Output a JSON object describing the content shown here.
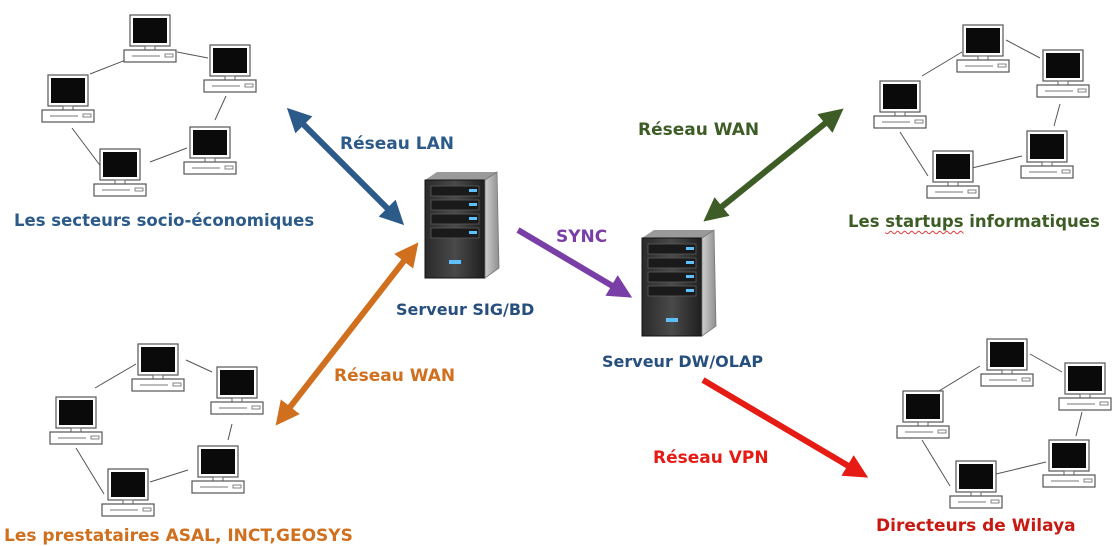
{
  "groups": {
    "socio": {
      "label": "Les secteurs  socio-économiques"
    },
    "prestataires": {
      "label": "Les prestataires ASAL, INCT,GEOSYS"
    },
    "startups": {
      "label_main": "Les ",
      "label_underlined": "startups",
      "label_rest": " informatiques"
    },
    "directeurs": {
      "label": "Directeurs de Wilaya"
    }
  },
  "servers": {
    "sig": {
      "label": "Serveur SIG/BD"
    },
    "dw": {
      "label": "Serveur DW/OLAP"
    }
  },
  "links": {
    "lan": {
      "label": "Réseau LAN",
      "color": "#2c5b8a"
    },
    "wan_presta": {
      "label": "Réseau WAN",
      "color": "#d0701f"
    },
    "wan_startups": {
      "label": "Réseau WAN",
      "color": "#3e5d26"
    },
    "sync": {
      "label": "SYNC",
      "color": "#7a3fa6"
    },
    "vpn": {
      "label": "Réseau VPN",
      "color": "#e51b14"
    }
  }
}
